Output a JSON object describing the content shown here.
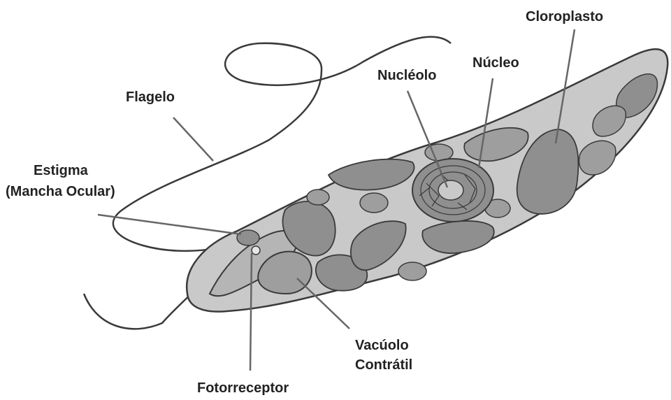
{
  "labels": {
    "flagelo": "Flagelo",
    "estigma_line1": "Estigma",
    "estigma_line2": "(Mancha Ocular)",
    "nucleolo": "Nucléolo",
    "nucleo": "Núcleo",
    "cloroplasto": "Cloroplasto",
    "vacuolo_line1": "Vacúolo",
    "vacuolo_line2": "Contrátil",
    "fotorreceptor": "Fotorreceptor"
  },
  "colors": {
    "body_fill": "#c9c9c9",
    "outline": "#3a3a3a",
    "organelle_fill": "#8f8f8f",
    "light_fill": "#b5b5b5",
    "leader_line": "#666666",
    "text": "#222222"
  }
}
